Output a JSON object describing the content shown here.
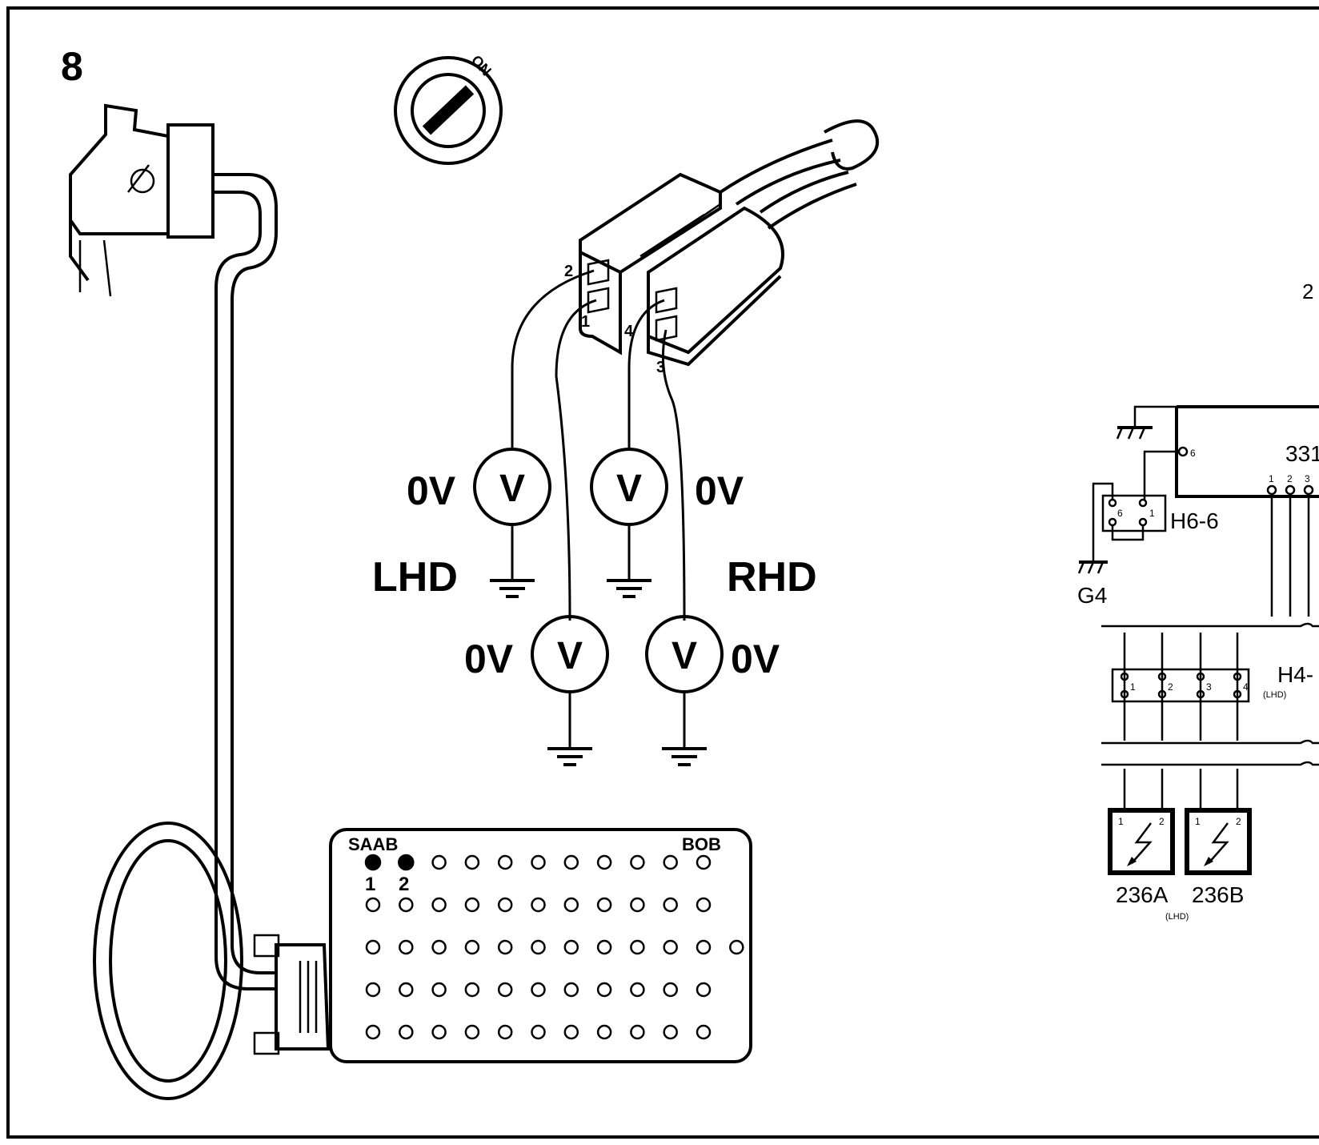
{
  "figure": {
    "step_number": "8",
    "ignition": {
      "position_label": "ON"
    },
    "connector_pins": {
      "p1": "1",
      "p2": "2",
      "p3": "3",
      "p4": "4"
    },
    "meters": {
      "symbol": "V",
      "pin2_reading": "0V",
      "pin1_reading": "0V",
      "pin4_reading": "0V",
      "pin3_reading": "0V"
    },
    "sides": {
      "left": "LHD",
      "right": "RHD"
    },
    "breakout_box": {
      "brand": "SAAB",
      "name": "BOB",
      "marked_pins": [
        "1",
        "2"
      ]
    },
    "schematic": {
      "component_331": "331",
      "component_2x": "2",
      "pin_6": "6",
      "connector_h66": "H6-6",
      "h66_pins": [
        "6",
        "1"
      ],
      "ground_g4": "G4",
      "connector_h4": "H4-",
      "h4_note": "(LHD)",
      "h4_pins": [
        "1",
        "2",
        "3",
        "4"
      ],
      "module_a": "236A",
      "module_b": "236B",
      "module_a_note": "(LHD)",
      "module_pins": [
        "1",
        "2"
      ],
      "ecu_pins": [
        "1",
        "2",
        "3"
      ]
    }
  }
}
